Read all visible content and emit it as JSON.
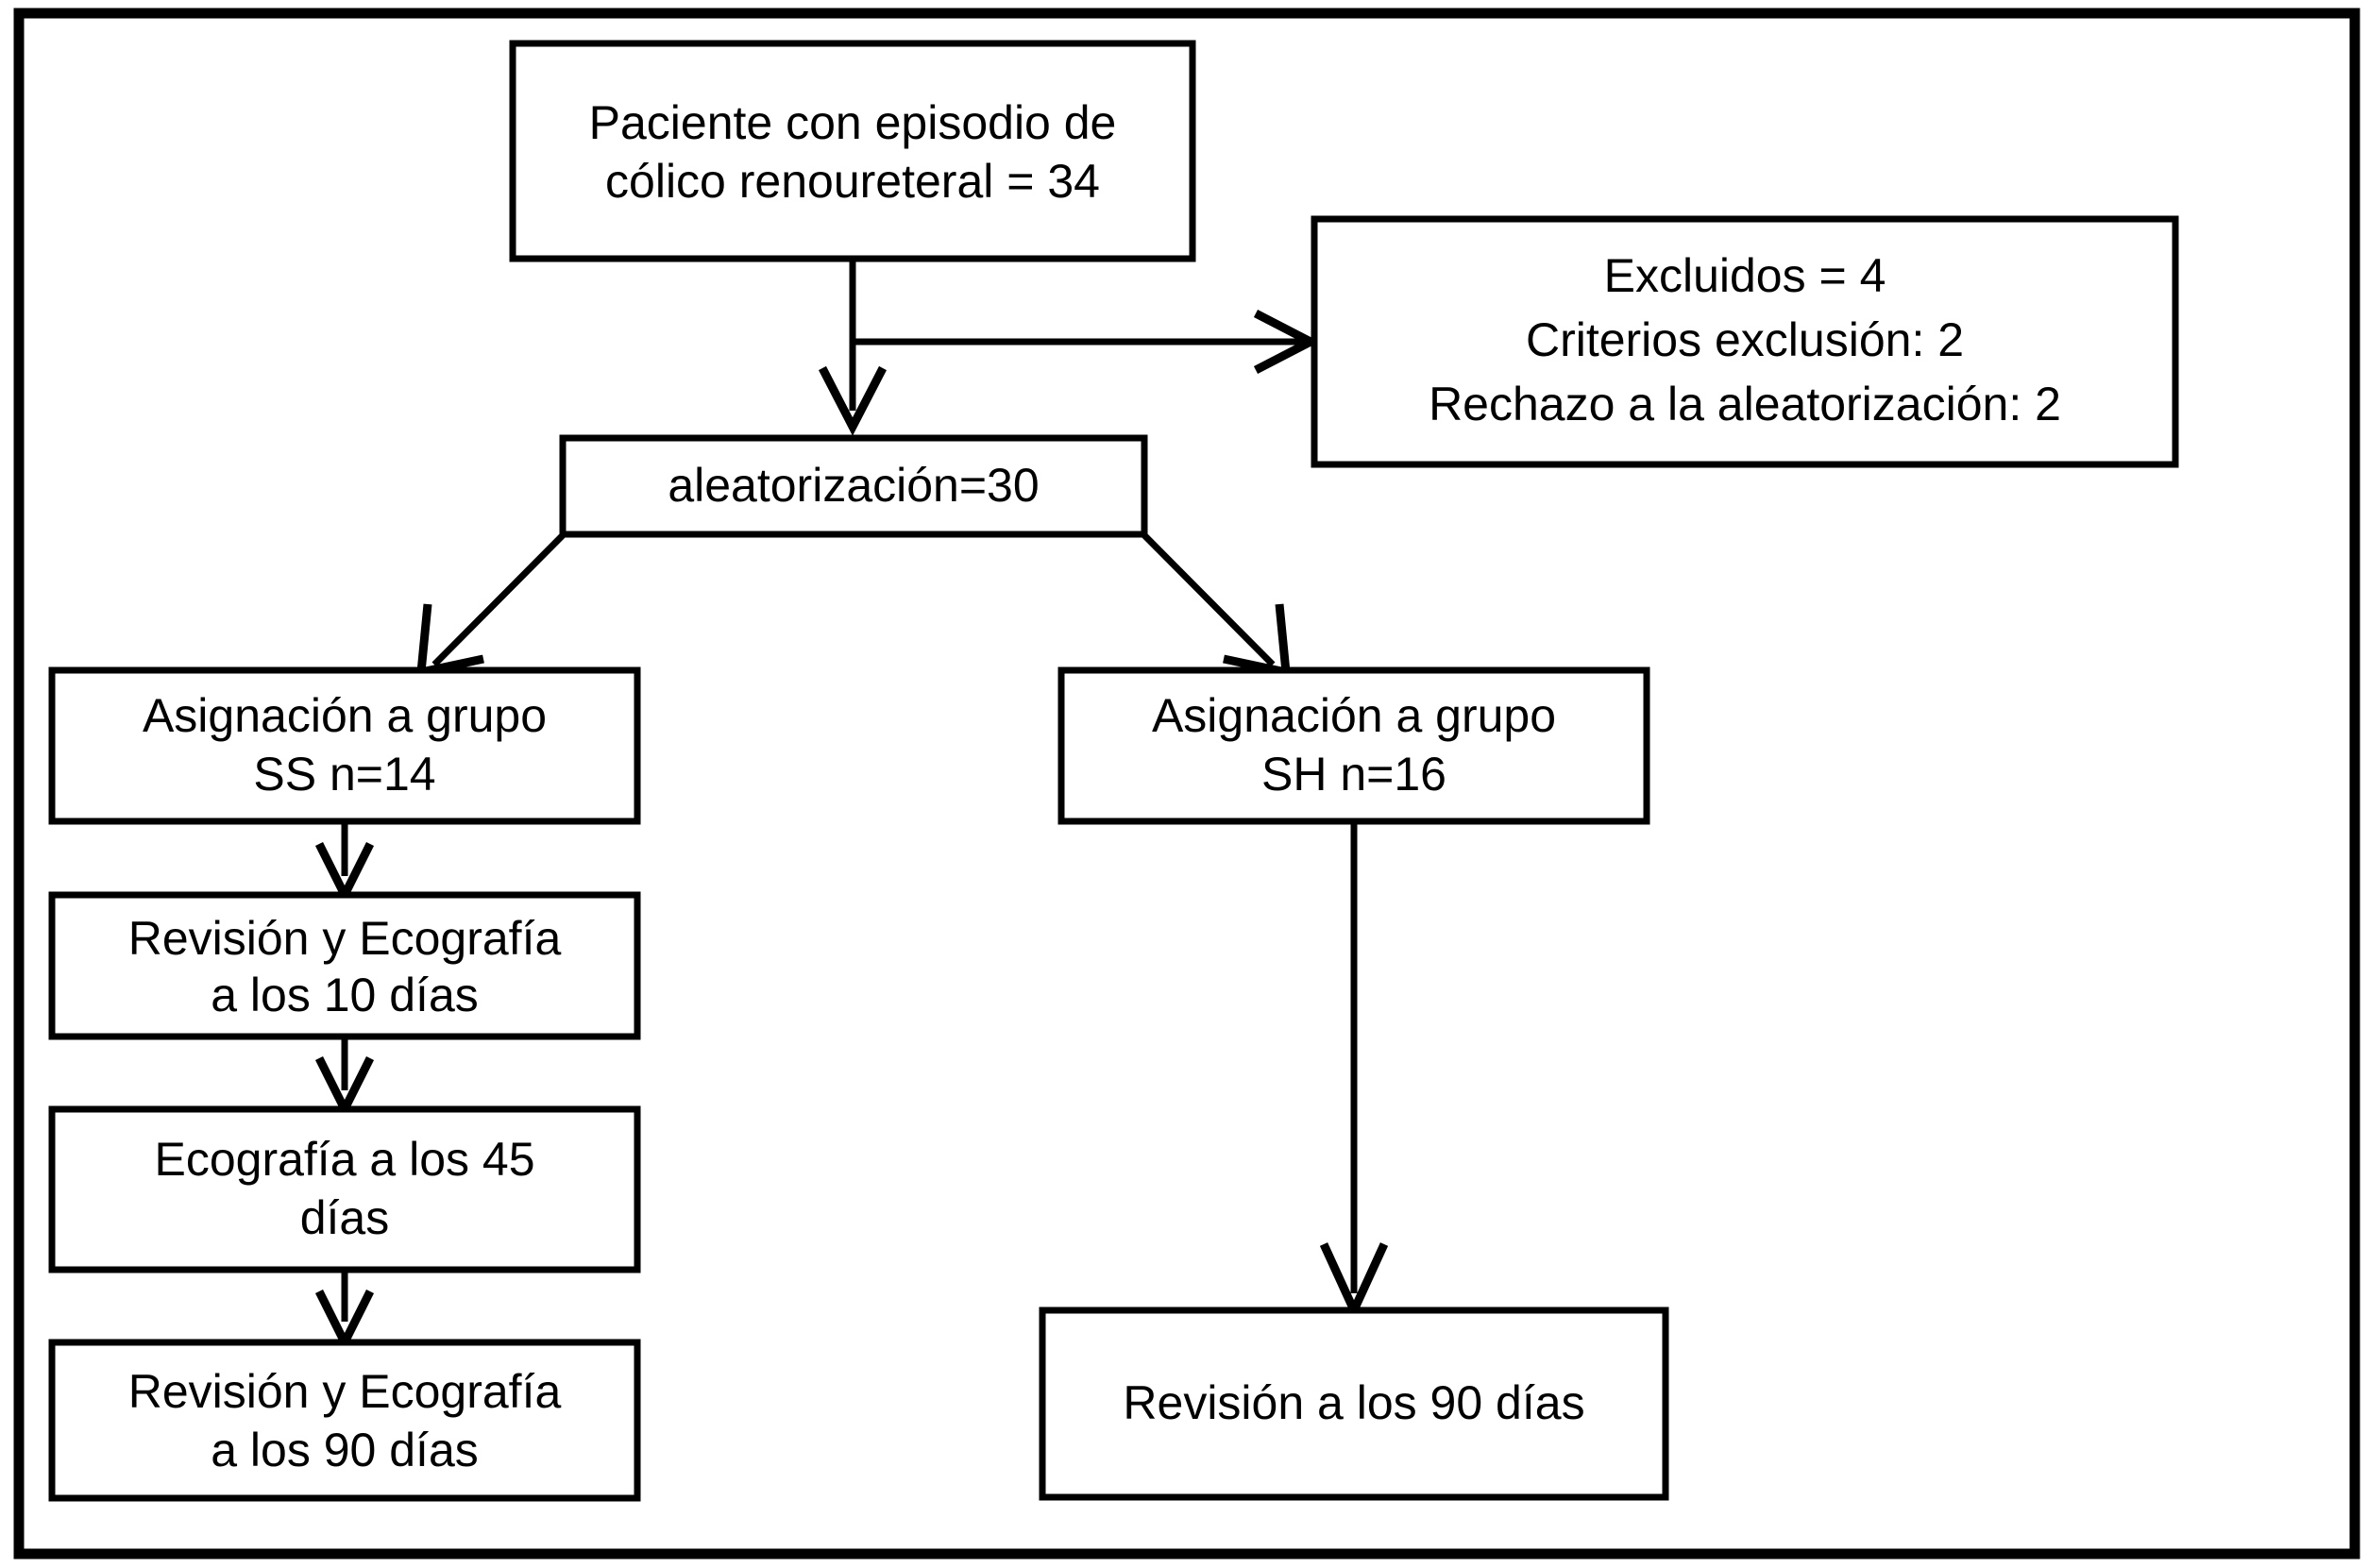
{
  "figure": {
    "type": "flowchart",
    "language": "es",
    "title_text": "",
    "border_color": "#000000",
    "box_fill": "#ffffff",
    "text_color": "#000000",
    "has_outer_frame": true
  },
  "nodes": {
    "enrollment": {
      "id": "enrollment",
      "line1": "Paciente con episodio de",
      "line2": "cólico renoureteral = 34",
      "count": 34
    },
    "excluded": {
      "id": "excluded",
      "line1": "Excluidos = 4",
      "line2": "Criterios exclusión: 2",
      "line3": "Rechazo a la aleatorización: 2",
      "count": 4
    },
    "randomization": {
      "id": "randomization",
      "line1": "aleatorización=30",
      "count": 30
    },
    "group_ss": {
      "id": "group_ss",
      "line1": "Asignación a grupo",
      "line2": "SS n=14",
      "count": 14
    },
    "group_sh": {
      "id": "group_sh",
      "line1": "Asignación a grupo",
      "line2": "SH n=16",
      "count": 16
    },
    "ss_day10": {
      "id": "ss_day10",
      "line1": "Revisión y Ecografía",
      "line2": "a los 10 días"
    },
    "ss_day45": {
      "id": "ss_day45",
      "line1": "Ecografía a los 45",
      "line2": "días"
    },
    "ss_day90": {
      "id": "ss_day90",
      "line1": "Revisión y Ecografía",
      "line2": "a los 90 días"
    },
    "sh_day90": {
      "id": "sh_day90",
      "line1": "Revisión a los 90 días"
    }
  },
  "edges": [
    {
      "from": "enrollment",
      "to": "excluded",
      "style": "elbow-right",
      "arrow": true
    },
    {
      "from": "enrollment",
      "to": "randomization",
      "style": "straight-down",
      "arrow": true
    },
    {
      "from": "randomization",
      "to": "group_ss",
      "style": "diagonal-left",
      "arrow": true
    },
    {
      "from": "randomization",
      "to": "group_sh",
      "style": "diagonal-right",
      "arrow": true
    },
    {
      "from": "group_ss",
      "to": "ss_day10",
      "style": "straight-down",
      "arrow": true
    },
    {
      "from": "ss_day10",
      "to": "ss_day45",
      "style": "straight-down",
      "arrow": true
    },
    {
      "from": "ss_day45",
      "to": "ss_day90",
      "style": "straight-down",
      "arrow": true
    },
    {
      "from": "group_sh",
      "to": "sh_day90",
      "style": "straight-down",
      "arrow": true
    }
  ]
}
